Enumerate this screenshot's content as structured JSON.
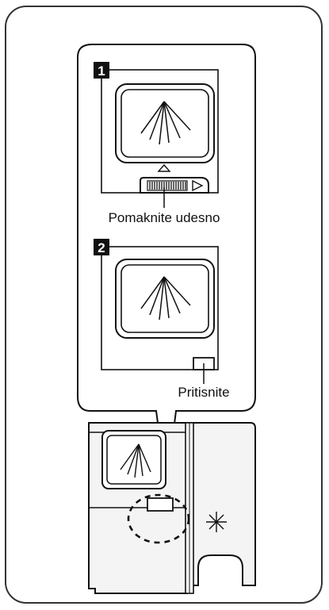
{
  "steps": [
    {
      "number": "1",
      "caption": "Pomaknite udesno"
    },
    {
      "number": "2",
      "caption": "Pritisnite"
    }
  ],
  "icons": {
    "spray": "spray-lines-icon",
    "rinse_indicator": "sparkle-icon",
    "direction": "triangle-arrow-icon"
  },
  "colors": {
    "line": "#111111",
    "frame": "#333333",
    "panel_fill": "#f4f4f4",
    "background": "#ffffff"
  }
}
